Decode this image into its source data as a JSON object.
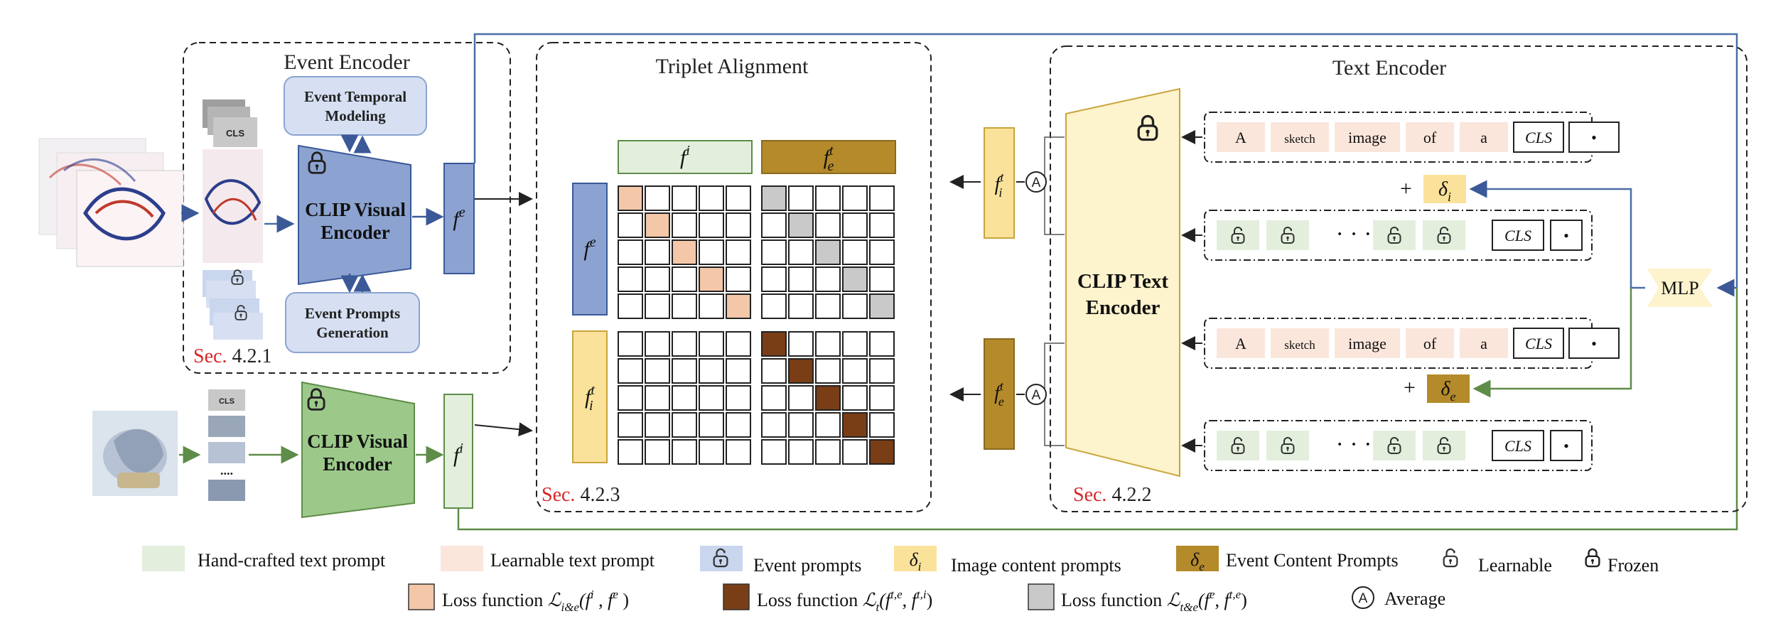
{
  "event_encoder": {
    "title": "Event Encoder",
    "temporal_block": [
      "Event Temporal",
      "Modeling"
    ],
    "prompts_block": [
      "Event Prompts",
      "Generation"
    ],
    "clip_visual": [
      "CLIP Visual",
      "Encoder"
    ],
    "cls_token": "CLS",
    "feature": {
      "base": "f",
      "sup": "e"
    },
    "sec_prefix": "Sec.",
    "sec_number": "4.2.1"
  },
  "image_branch": {
    "clip_visual": [
      "CLIP Visual",
      "Encoder"
    ],
    "cls_token": "CLS",
    "feature": {
      "base": "f",
      "sup": "i"
    }
  },
  "triplet": {
    "title": "Triplet Alignment",
    "col_i": {
      "base": "f",
      "sup": "i"
    },
    "col_e": {
      "base": "f",
      "sub": "e",
      "sup": "t"
    },
    "row_e": {
      "base": "f",
      "sup": "e"
    },
    "row_i": {
      "base": "f",
      "sub": "i",
      "sup": "t"
    },
    "sec_prefix": "Sec.",
    "sec_number": "4.2.3"
  },
  "text_encoder": {
    "title": "Text Encoder",
    "clip_text": [
      "CLIP Text",
      "Encoder"
    ],
    "feat_top": {
      "base": "f",
      "sub": "i",
      "sup": "t"
    },
    "feat_bottom": {
      "base": "f",
      "sub": "e",
      "sup": "t"
    },
    "avg_symbol": "A",
    "sentence_1": [
      "A",
      "sketch",
      "image",
      "of",
      "a",
      "CLS",
      "•"
    ],
    "sentence_2": [
      "A",
      "sketch",
      "image",
      "of",
      "a",
      "CLS",
      "•"
    ],
    "learnable_dots": "· · ·",
    "cls_token": "CLS",
    "dot_token": "•",
    "plus": "+",
    "delta_i": {
      "base": "δ",
      "sub": "i"
    },
    "delta_e": {
      "base": "δ",
      "sub": "e"
    },
    "mlp": "MLP",
    "sec_prefix": "Sec.",
    "sec_number": "4.2.2"
  },
  "legend": {
    "hand_crafted": "Hand-crafted text prompt",
    "learnable_text": "Learnable text prompt",
    "event_prompts": "Event prompts",
    "image_content": "Image content prompts",
    "event_content": "Event Content Prompts",
    "learnable": "Learnable",
    "frozen": "Frozen",
    "loss_label": "Loss function",
    "loss_1": {
      "L": "ℒ",
      "sub": "i&e",
      "args": [
        "f^i",
        "f^e"
      ]
    },
    "loss_2": {
      "L": "ℒ",
      "sub": "t",
      "args": [
        "f^{t,e}",
        "f^{t,i}"
      ]
    },
    "loss_3": {
      "L": "ℒ",
      "sub": "t&e",
      "args": [
        "f^e",
        "f^{t,e}"
      ]
    },
    "average": "Average"
  },
  "colors": {
    "blue_fill": "#8ca3d1",
    "blue_stroke": "#3b5998",
    "light_blue": "#d6e0f2",
    "green_fill": "#9cc98a",
    "green_stroke": "#5e8c49",
    "light_green": "#e3efdc",
    "yellow_fill": "#fbe29b",
    "yellow_stroke": "#c9a43a",
    "text_yellow": "#fdf3cc",
    "gold_fill": "#b48a2b",
    "peach": "#f3c7a8",
    "light_peach": "#fbe6dc",
    "brown": "#7a3e17",
    "gray": "#c9c9c9",
    "red": "#d62728",
    "line_blue": "#4a6fa5"
  }
}
